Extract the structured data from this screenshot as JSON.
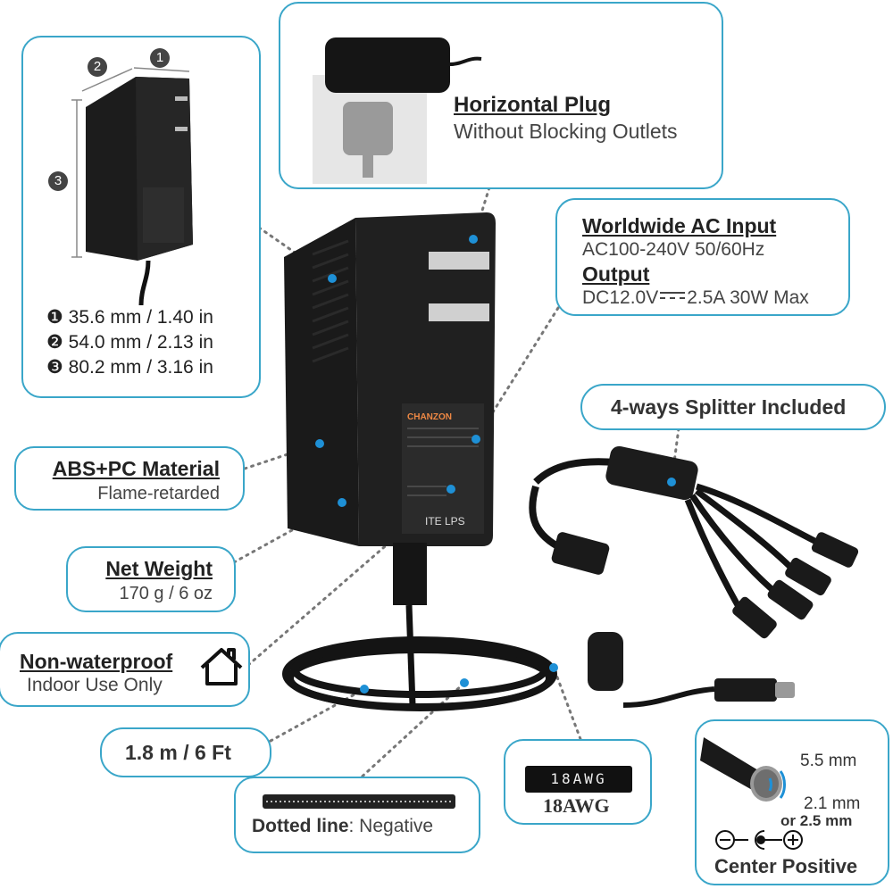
{
  "dimensions": {
    "num1": "❶",
    "num2": "❷",
    "num3": "❸",
    "label1": "1",
    "label2": "2",
    "label3": "3",
    "line1": "35.6 mm / 1.40 in",
    "line2": "54.0 mm / 2.13 in",
    "line3": "80.2 mm / 3.16 in"
  },
  "plug": {
    "title": "Horizontal Plug",
    "subtitle": "Without Blocking Outlets"
  },
  "input": {
    "title": "Worldwide AC Input",
    "value": "AC100-240V 50/60Hz",
    "output_title": "Output",
    "output_value_a": "DC12.0V",
    "output_value_b": "2.5A 30W Max"
  },
  "splitter": {
    "label": "4-ways Splitter Included"
  },
  "material": {
    "title": "ABS+PC Material",
    "subtitle": "Flame-retarded"
  },
  "weight": {
    "title": "Net Weight",
    "value": "170 g / 6 oz"
  },
  "waterproof": {
    "title": "Non-waterproof",
    "subtitle": "Indoor Use Only"
  },
  "length": {
    "label": "1.8 m / 6 Ft"
  },
  "polarity_line": {
    "bold": "Dotted line",
    "rest": ": Negative"
  },
  "awg": {
    "cable_text": "18AWG",
    "label": "18AWG"
  },
  "tip": {
    "outer": "5.5 mm",
    "inner": "2.1 mm",
    "alt_prefix": "or",
    "alt": "2.5 mm",
    "label": "Center Positive"
  },
  "adapter_label": {
    "brand": "CHANZON",
    "ite": "ITE LPS"
  },
  "colors": {
    "accent": "#3aa6c9",
    "dot": "#1e90d6",
    "body": "#161616"
  }
}
